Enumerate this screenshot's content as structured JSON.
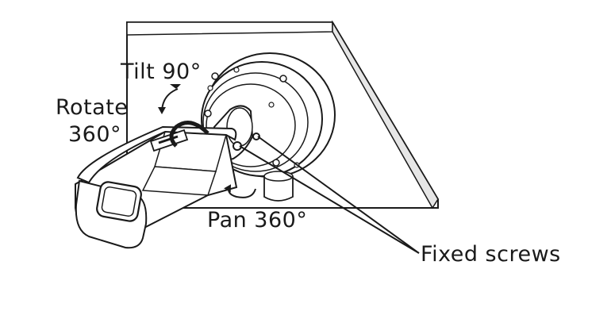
{
  "labels": {
    "tilt": "Tilt 90°",
    "rotate_line1": "Rotate",
    "rotate_line2": "360°",
    "pan": "Pan 360°",
    "fixed_screws": "Fixed screws"
  },
  "colors": {
    "line": "#1a1a1a",
    "wall_shade": "#e6e6e6",
    "background": "#ffffff"
  },
  "icons": {
    "tilt": "curved-arrow-icon",
    "rotate": "curved-arrow-icon",
    "pan": "curved-arrow-icon"
  }
}
